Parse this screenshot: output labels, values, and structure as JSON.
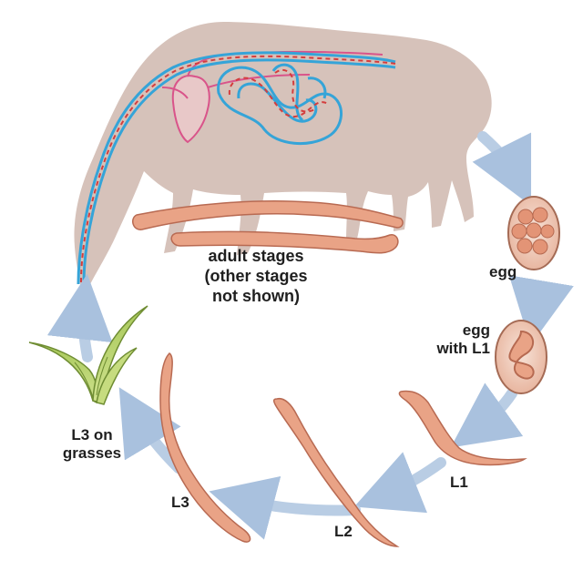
{
  "labels": {
    "adult_line1": "adult stages",
    "adult_line2": "(other stages",
    "adult_line3": "not shown)",
    "egg": "egg",
    "egg_l1_line1": "egg",
    "egg_l1_line2": "with L1",
    "l1": "L1",
    "l2": "L2",
    "l3": "L3",
    "l3_grass_line1": "L3 on",
    "l3_grass_line2": "grasses"
  },
  "colors": {
    "horse": "#d6c2ba",
    "larva": "#e9a386",
    "larva_outline": "#b86a52",
    "arrow": "#b9cde4",
    "vessel_blue": "#35a4d8",
    "vessel_pink": "#d9548a",
    "grass": "#b7d36b",
    "grass_dark": "#7c9a3a",
    "egg_shell": "#f3d6c8",
    "egg_outline": "#a56b55"
  }
}
